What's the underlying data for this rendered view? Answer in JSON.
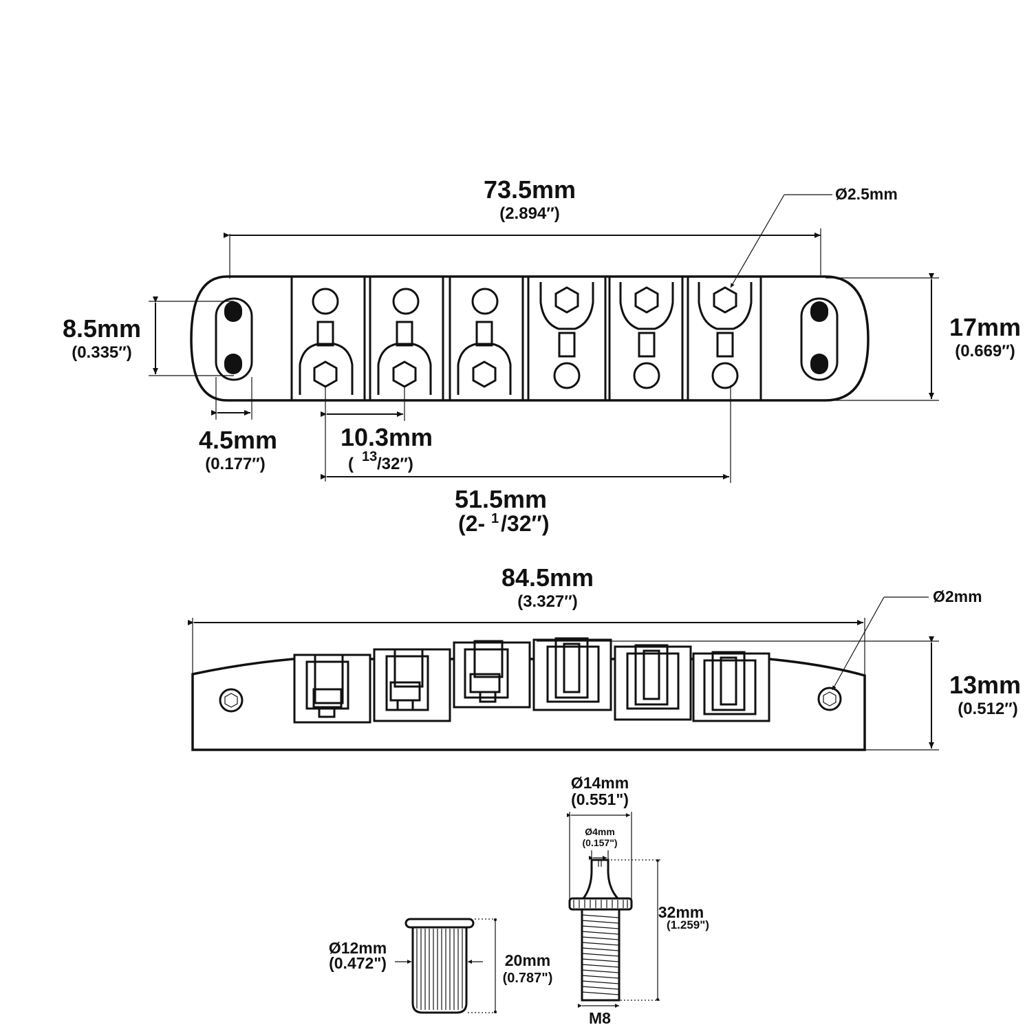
{
  "top_view": {
    "length": {
      "mm": "73.5mm",
      "inch": "(2.894″)"
    },
    "hole_dia": "Ø2.5mm",
    "width": {
      "mm": "8.5mm",
      "inch": "(0.335″)"
    },
    "height": {
      "mm": "17mm",
      "inch": "(0.669″)"
    },
    "slot": {
      "mm": "4.5mm",
      "inch": "(0.177″)"
    },
    "saddle_spacing": {
      "mm": "10.3mm",
      "inch_prefix": "(",
      "inch_num": "13",
      "inch_den": "/32″)"
    },
    "string_spread": {
      "mm": "51.5mm",
      "inch_prefix": "(2-",
      "inch_num": "1",
      "inch_den": "/32″)"
    }
  },
  "side_view": {
    "length": {
      "mm": "84.5mm",
      "inch": "(3.327″)"
    },
    "hole_dia": "Ø2mm",
    "height": {
      "mm": "13mm",
      "inch": "(0.512″)"
    }
  },
  "stud": {
    "head_dia": {
      "mm": "Ø14mm",
      "inch": "(0.551\")"
    },
    "shaft_dia": {
      "mm": "Ø4mm",
      "inch": "(0.157\")"
    },
    "length": {
      "mm": "32mm",
      "inch": "(1.259\")"
    },
    "thread": "M8"
  },
  "anchor": {
    "dia": {
      "mm": "Ø12mm",
      "inch": "(0.472\")"
    },
    "length": {
      "mm": "20mm",
      "inch": "(0.787\")"
    }
  }
}
